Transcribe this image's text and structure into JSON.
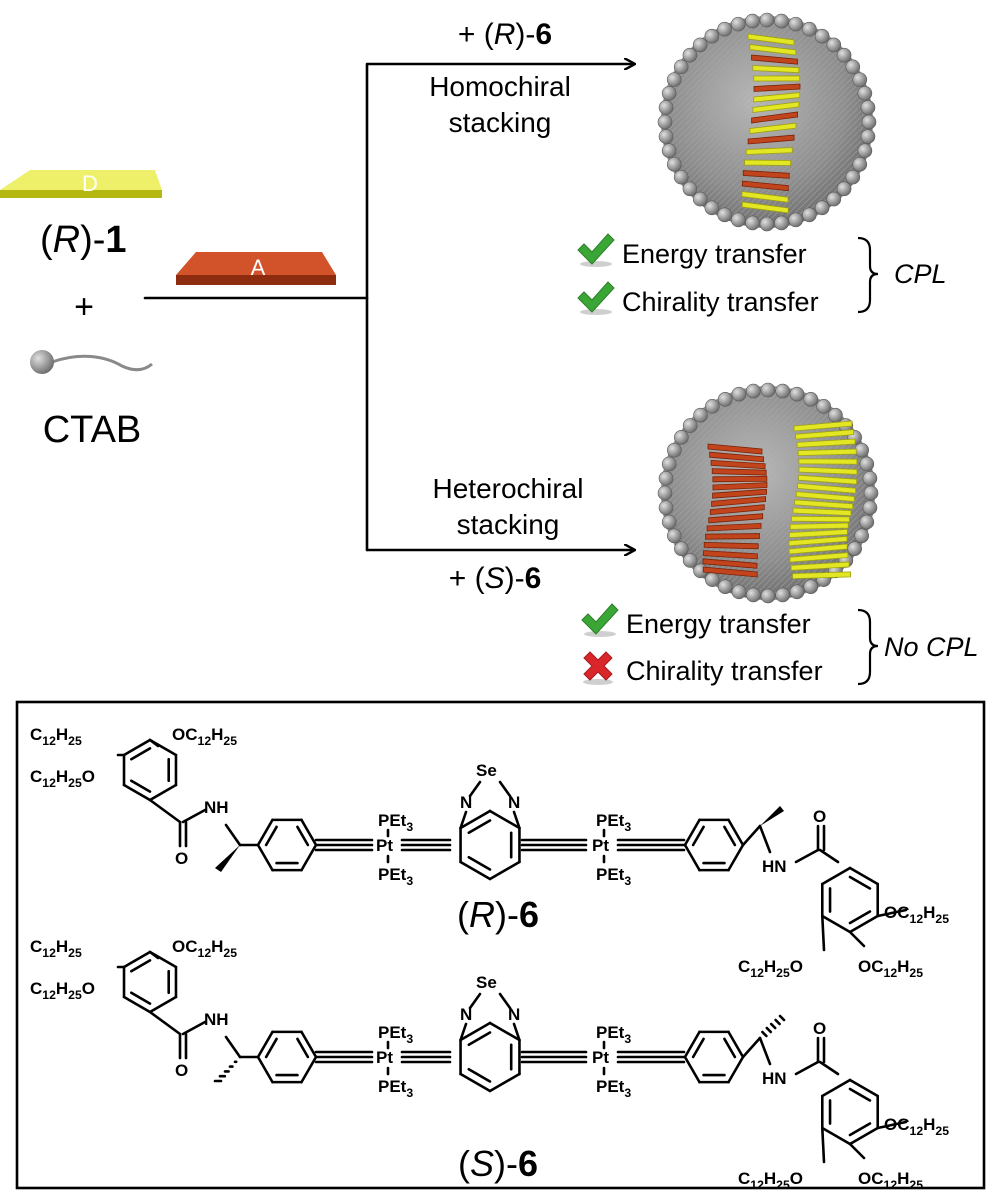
{
  "left": {
    "donor_letter": "D",
    "acceptor_letter": "A",
    "r1_prefix": "(",
    "r1_italic": "R",
    "r1_mid": ")-",
    "r1_bold": "1",
    "plus": "+",
    "ctab": "CTAB"
  },
  "top_branch": {
    "reagent_prefix": "+ (",
    "reagent_italic": "R",
    "reagent_mid": ")-",
    "reagent_bold": "6",
    "label_line1": "Homochiral",
    "label_line2": "stacking",
    "results": [
      {
        "text": "Energy transfer",
        "status": "check"
      },
      {
        "text": "Chirality transfer",
        "status": "check"
      }
    ],
    "outcome": "CPL"
  },
  "bottom_branch": {
    "label_line1": "Heterochiral",
    "label_line2": "stacking",
    "reagent_prefix": "+ (",
    "reagent_italic": "S",
    "reagent_mid": ")-",
    "reagent_bold": "6",
    "results": [
      {
        "text": "Energy transfer",
        "status": "check"
      },
      {
        "text": "Chirality transfer",
        "status": "cross"
      }
    ],
    "outcome": "No CPL"
  },
  "structures": {
    "R6": {
      "prefix": "(",
      "italic": "R",
      "mid": ")-",
      "bold": "6"
    },
    "S6": {
      "prefix": "(",
      "italic": "S",
      "mid": ")-",
      "bold": "6"
    },
    "atoms": {
      "alkoxy": "OC",
      "chain_sub": "12",
      "h": "H",
      "h_sub": "25",
      "c": "C",
      "o": "O",
      "nh": "NH",
      "hn": "HN",
      "pet": "PEt",
      "pet_sub": "3",
      "pt": "Pt",
      "se": "Se",
      "n": "N"
    }
  },
  "colors": {
    "donor": "#e3e623",
    "acceptor": "#c2441c",
    "micelle": "#8a8a8a",
    "check": "#3aa635",
    "cross": "#d9262b"
  }
}
